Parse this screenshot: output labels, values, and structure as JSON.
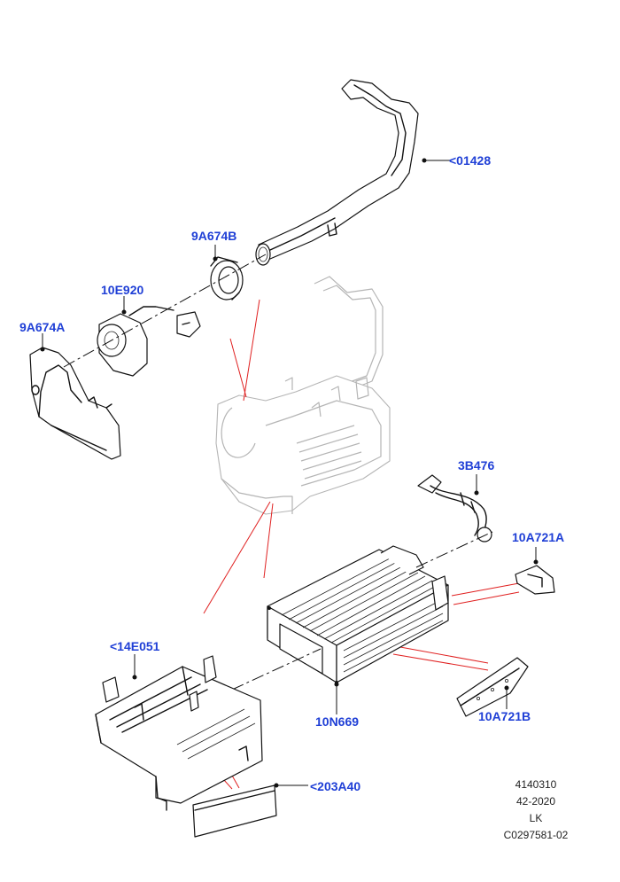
{
  "callouts": [
    {
      "id": "01428",
      "label": "<01428"
    },
    {
      "id": "9A674B",
      "label": "9A674B"
    },
    {
      "id": "10E920",
      "label": "10E920"
    },
    {
      "id": "9A674A",
      "label": "9A674A"
    },
    {
      "id": "3B476",
      "label": "3B476"
    },
    {
      "id": "10A721A",
      "label": "10A721A"
    },
    {
      "id": "14E051",
      "label": "<14E051"
    },
    {
      "id": "10N669",
      "label": "10N669"
    },
    {
      "id": "10A721B",
      "label": "10A721B"
    },
    {
      "id": "203A40",
      "label": "<203A40"
    }
  ],
  "footer": {
    "line1": "4140310",
    "line2": "42-2020",
    "line3": "LK",
    "line4": "C0297581-02"
  },
  "colors": {
    "callout_text": "#1f3fd6",
    "assembly_lines": "#e02020",
    "ghost_parts": "#b5b5b5"
  }
}
